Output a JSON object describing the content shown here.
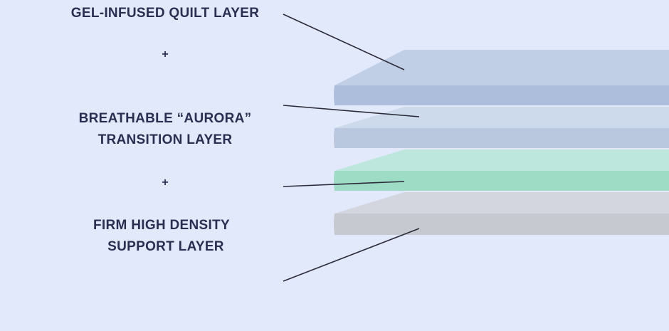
{
  "layers": [
    {
      "label_lines": [
        "GEL-INFUSED QUILT LAYER"
      ],
      "color_top": "#c1cfe6",
      "color_side": "#adbedc"
    },
    {
      "label_lines": [
        "BREATHABLE “AURORA”",
        "TRANSITION LAYER"
      ],
      "color_top": "#ccdaeb",
      "color_side": "#b9c8df"
    },
    {
      "label_lines": [
        "FIRM HIGH DENSITY",
        "SUPPORT LAYER"
      ],
      "color_top": "#d3d6de",
      "color_side": "#c6c9d0"
    }
  ],
  "green_layer": {
    "color_top": "#bde7dd",
    "color_side": "#9fdcc6"
  },
  "separators": [
    "+",
    "+"
  ],
  "colors": {
    "background": "#e2e9fa",
    "text": "#2a2f52",
    "leader_line": "#2b2b3a"
  }
}
